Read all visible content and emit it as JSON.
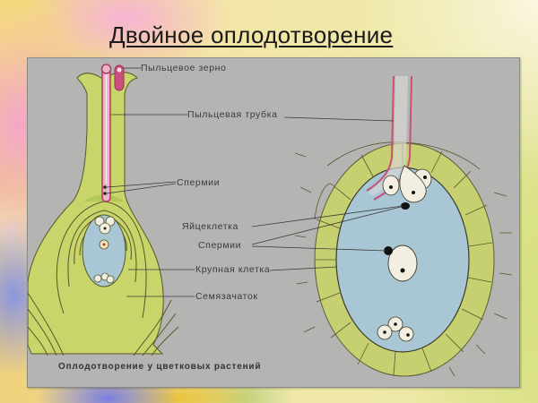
{
  "slide": {
    "title": "Двойное оплодотворение"
  },
  "figure": {
    "caption": "Оплодотворение у цветковых растений",
    "labels": {
      "pollen_grain": "Пыльцевое зерно",
      "pollen_tube": "Пыльцевая трубка",
      "sperms_left": "Спермии",
      "egg_cell": "Яйцеклетка",
      "sperms_right": "Спермии",
      "central_cell": "Крупная клетка",
      "ovule": "Семязачаток"
    },
    "colors": {
      "panel_bg": "#b4b4b2",
      "tissue_green": "#c9d46a",
      "embryo_sac_blue": "#a9c6d4",
      "pollen_tube_pink": "#c8507a",
      "outline": "#4a4a30"
    }
  }
}
